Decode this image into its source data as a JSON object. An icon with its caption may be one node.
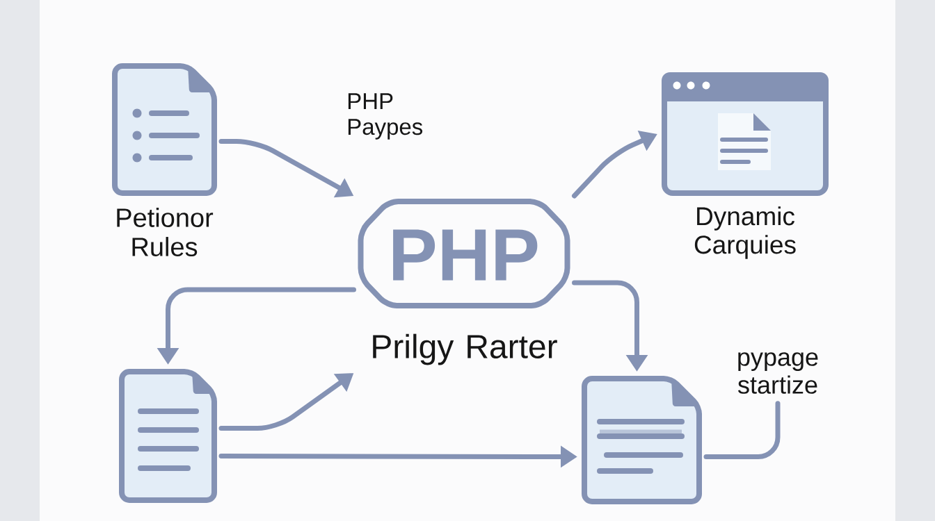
{
  "diagram": {
    "nodes": [
      {
        "text": [
          "Petionor Rules"
        ]
      },
      {
        "text": [
          "PHP",
          "Prilgy Rarter"
        ]
      },
      {
        "text": [
          "Dynamic Carquies"
        ]
      },
      {
        "text": [],
        "shape": "picture"
      },
      {
        "text": [],
        "shape": "picture"
      },
      {
        "text": [
          "pypage startize"
        ]
      }
    ],
    "edges": [
      {
        "from": 0,
        "to": 1,
        "arrow": "to",
        "label": "PHP Paypes"
      },
      {
        "from": 1,
        "to": 2,
        "arrow": "to"
      },
      {
        "from": 1,
        "to": 3,
        "arrow": "to"
      },
      {
        "from": 3,
        "to": 1,
        "arrow": "to"
      },
      {
        "from": 3,
        "to": 4,
        "arrow": "to"
      },
      {
        "from": 1,
        "to": 4,
        "arrow": "to"
      },
      {
        "from": 5,
        "to": 4,
        "arrow": "none"
      }
    ]
  }
}
